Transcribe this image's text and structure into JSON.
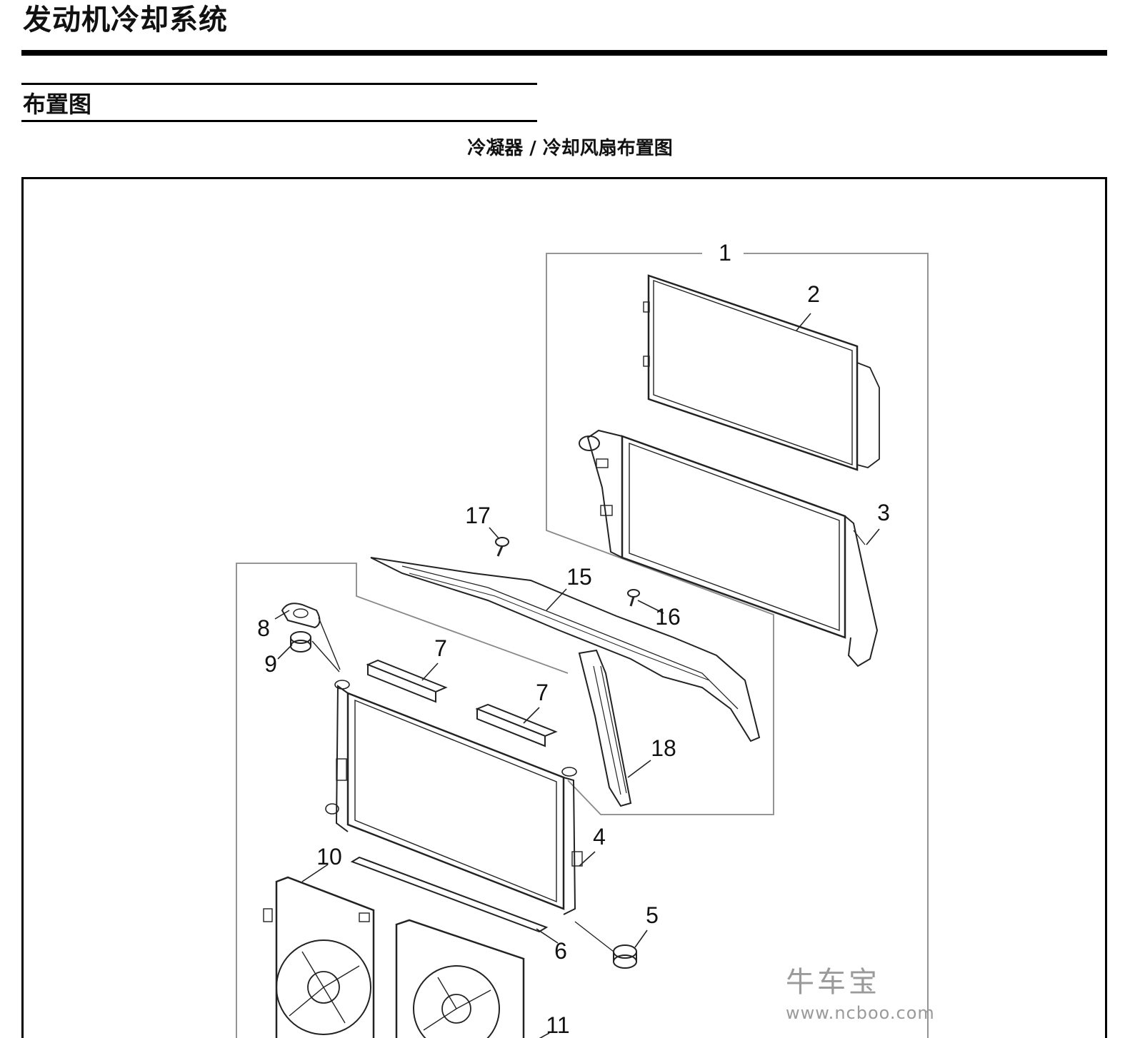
{
  "page": {
    "title": "发动机冷却系统",
    "section": "布置图"
  },
  "diagram": {
    "caption": "冷凝器 / 冷却风扇布置图",
    "callouts": [
      "1",
      "2",
      "3",
      "4",
      "5",
      "6",
      "7",
      "7",
      "8",
      "9",
      "10",
      "11",
      "15",
      "16",
      "17",
      "18"
    ]
  },
  "watermark": {
    "name": "牛车宝",
    "url": "www.ncboo.com"
  },
  "colors": {
    "ink": "#111111",
    "frame": "#000000",
    "line_gray": "#888888",
    "watermark": "#9a9a9a"
  }
}
